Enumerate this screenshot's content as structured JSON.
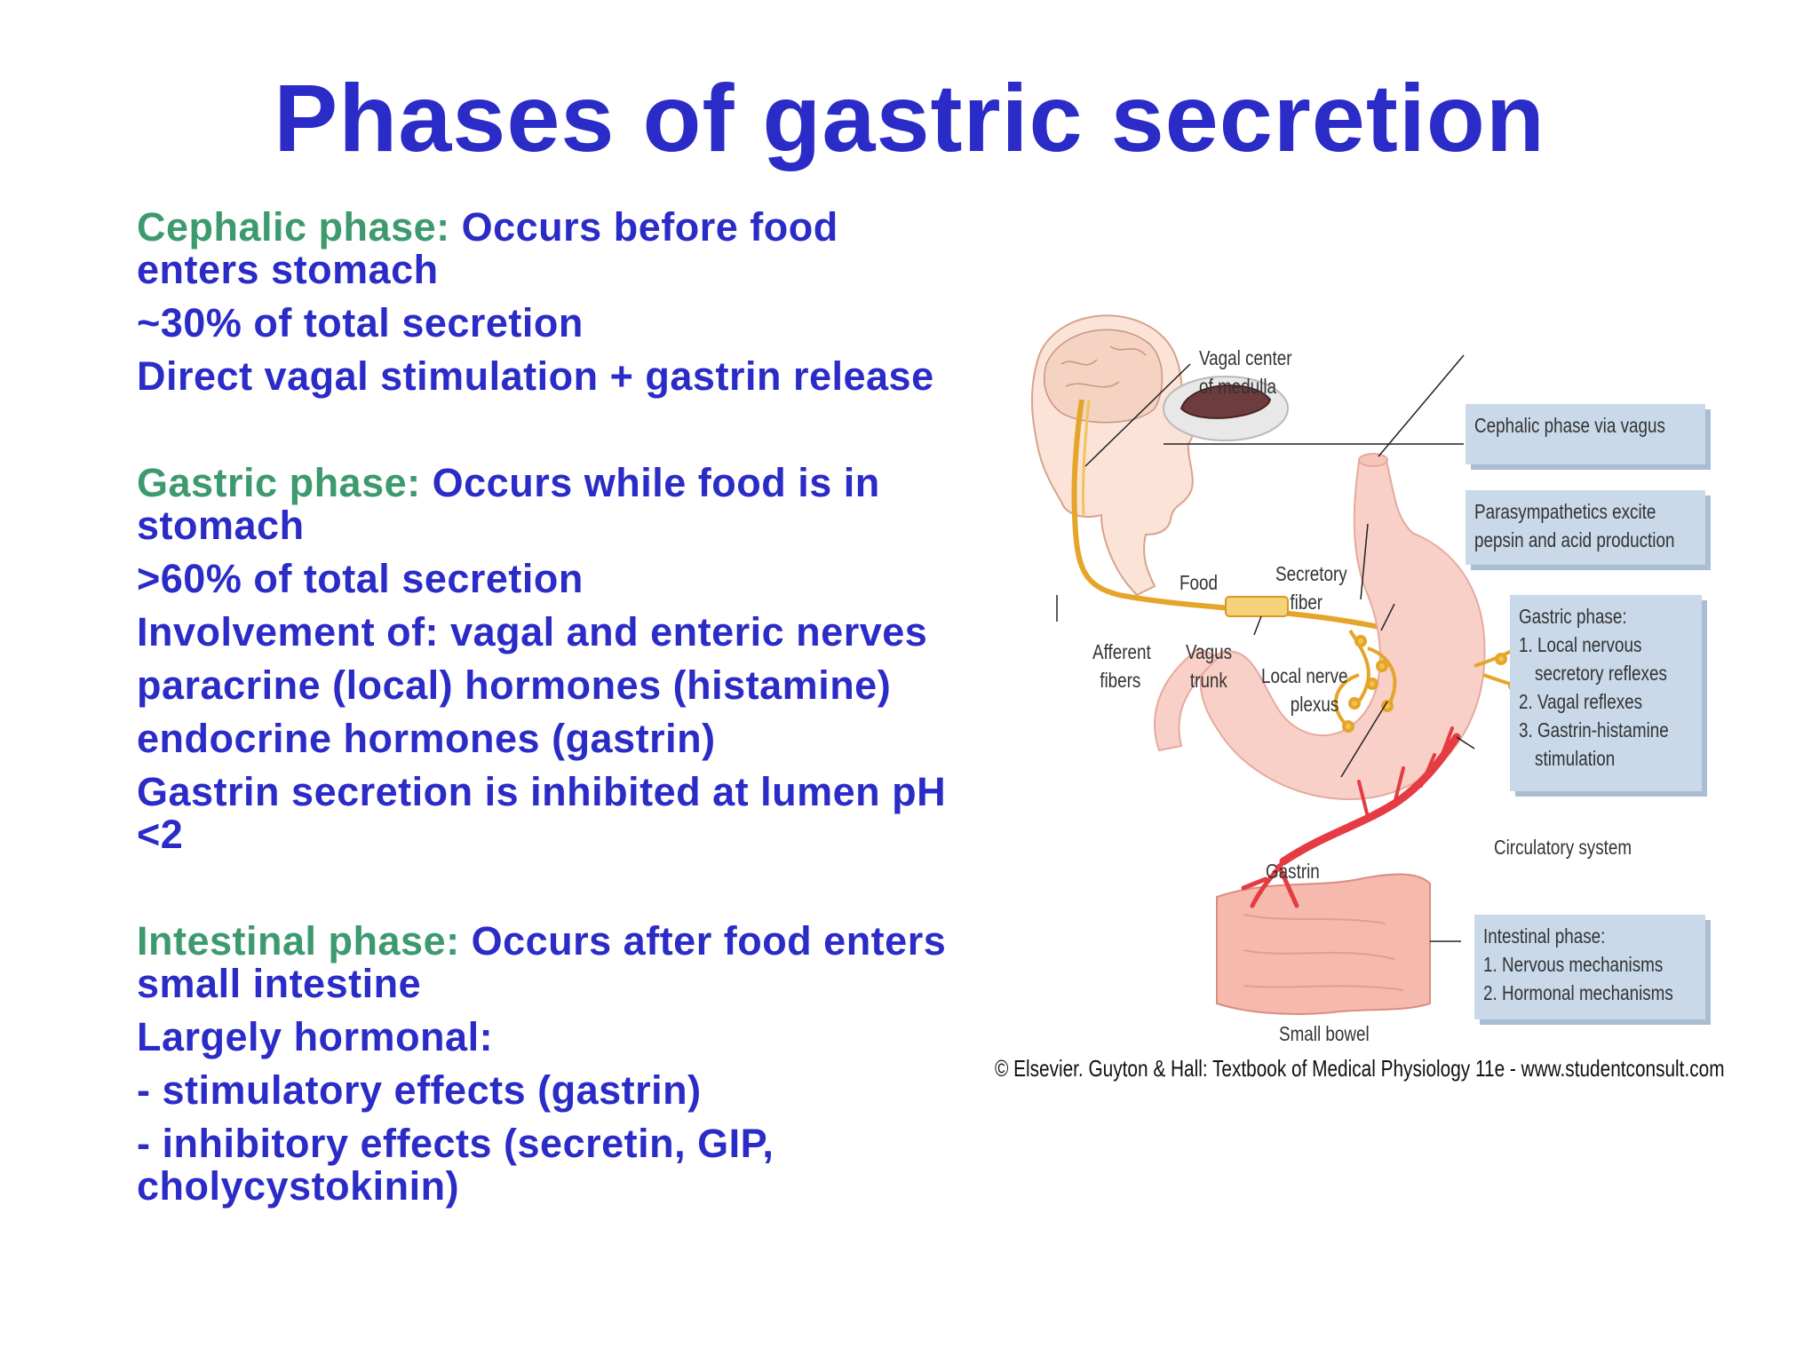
{
  "title": "Phases of gastric secretion",
  "phases": [
    {
      "name": "Cephalic phase:",
      "description": "Occurs before food enters stomach",
      "points": [
        "~30% of total secretion",
        "Direct vagal stimulation + gastrin release"
      ]
    },
    {
      "name": "Gastric phase:",
      "description": "Occurs while food is in stomach",
      "points": [
        ">60% of total secretion",
        "Involvement of: vagal and enteric nerves",
        "paracrine (local) hormones (histamine)",
        "endocrine hormones (gastrin)",
        "Gastrin secretion is inhibited at lumen pH <2"
      ]
    },
    {
      "name": "Intestinal phase:",
      "description": "Occurs after food enters small intestine",
      "points": [
        "Largely hormonal:",
        "- stimulatory effects (gastrin)",
        "- inhibitory effects (secretin, GIP, cholycystokinin)"
      ]
    }
  ],
  "figure": {
    "labels": {
      "vagal_center": [
        "Vagal center",
        "of medulla"
      ],
      "food": "Food",
      "secretory_fiber": [
        "Secretory",
        "fiber"
      ],
      "afferent_fibers": [
        "Afferent",
        "fibers"
      ],
      "vagus_trunk": [
        "Vagus",
        "trunk"
      ],
      "local_nerve_plexus": [
        "Local nerve",
        "plexus"
      ],
      "gastrin": "Gastrin",
      "circulatory_system": "Circulatory system",
      "small_bowel": "Small bowel"
    },
    "boxes": {
      "cephalic": [
        "Cephalic phase via vagus"
      ],
      "parasympathetics": [
        "Parasympathetics excite",
        "pepsin and acid production"
      ],
      "gastric": [
        "Gastric phase:",
        "1. Local nervous",
        "secretory reflexes",
        "2. Vagal reflexes",
        "3. Gastrin-histamine",
        "stimulation"
      ],
      "intestinal": [
        "Intestinal phase:",
        "1. Nervous mechanisms",
        "2. Hormonal mechanisms"
      ]
    },
    "copyright": "© Elsevier. Guyton & Hall: Textbook of Medical Physiology 11e - www.studentconsult.com"
  }
}
